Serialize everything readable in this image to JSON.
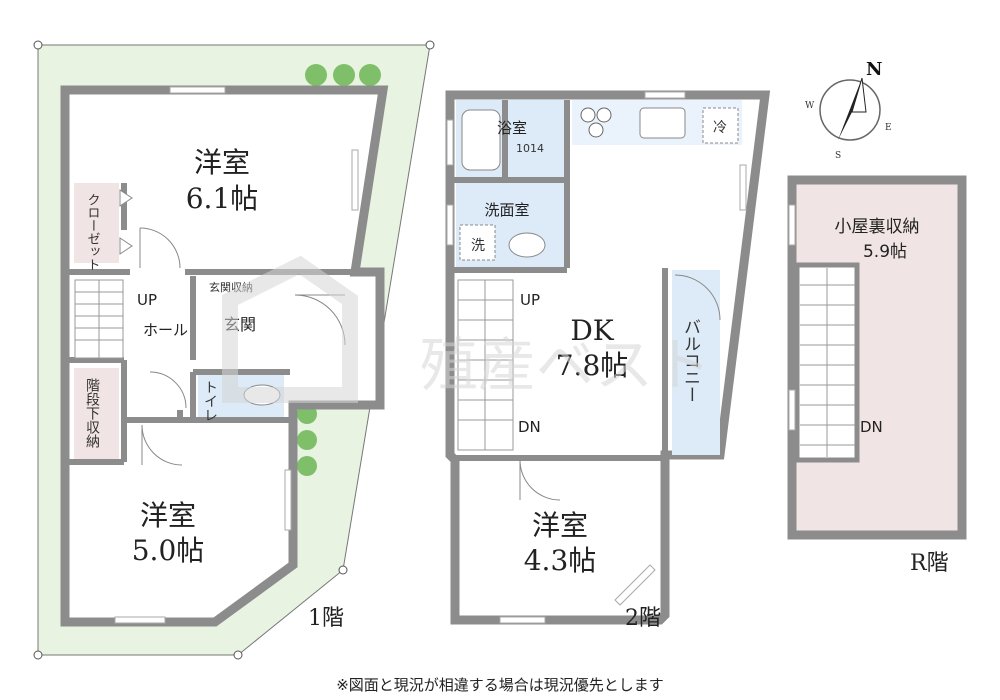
{
  "colors": {
    "wall": "#8c8c8c",
    "site": "#e8f3e2",
    "floor": "#ffffff",
    "wet": "#dcebf7",
    "storage": "#f1e4e4",
    "tree": "#7fbf6a",
    "watermark": "#d6d6d6"
  },
  "floor1": {
    "label": "1階",
    "room_north": {
      "name": "洋室",
      "size": "6.1帖"
    },
    "room_south": {
      "name": "洋室",
      "size": "5.0帖"
    },
    "closet": "クローゼット",
    "entrance_storage": "玄関収納",
    "entrance": "玄関",
    "hall": "ホール",
    "up": "UP",
    "toilet": "トイレ",
    "under_stairs": "階段下収納"
  },
  "floor2": {
    "label": "2階",
    "bath": {
      "name": "浴室",
      "size": "1014"
    },
    "washroom": "洗面室",
    "washer": "洗",
    "fridge": "冷",
    "dk": {
      "name": "DK",
      "size": "7.8帖"
    },
    "balcony": "バルコニー",
    "up": "UP",
    "dn": "DN",
    "room": {
      "name": "洋室",
      "size": "4.3帖"
    }
  },
  "floorR": {
    "label": "R階",
    "attic": {
      "name": "小屋裏収納",
      "size": "5.9帖"
    },
    "dn": "DN"
  },
  "compass": {
    "n": "N",
    "e": "E",
    "s": "S",
    "w": "W"
  },
  "watermark": "殖産ベスト",
  "footnote": "※図面と現況が相違する場合は現況優先とします"
}
